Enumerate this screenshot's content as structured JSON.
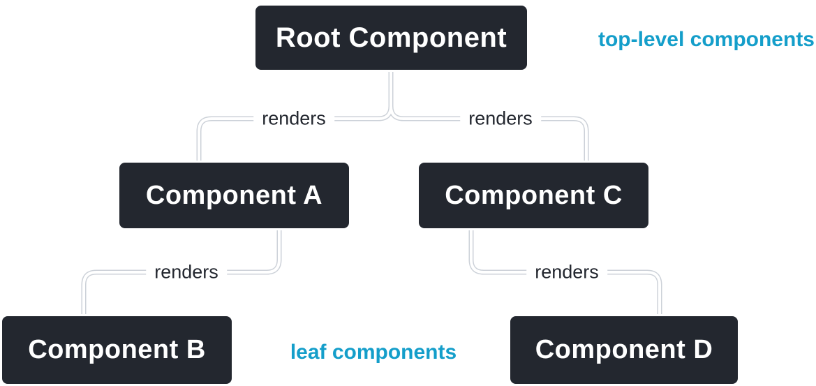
{
  "nodes": {
    "root": "Root Component",
    "a": "Component A",
    "b": "Component B",
    "c": "Component C",
    "d": "Component D"
  },
  "edge_labels": {
    "root_a": "renders",
    "root_c": "renders",
    "a_b": "renders",
    "c_d": "renders"
  },
  "annotations": {
    "top_level": "top-level components",
    "leaf": "leaf components"
  },
  "colors": {
    "node_fill": "#23272f",
    "node_border": "#ffffff",
    "node_text": "#ffffff",
    "edge_stroke": "#ffffff",
    "edge_halo": "#ccd1d8",
    "edge_label": "#23272f",
    "annotation": "#149eca"
  }
}
